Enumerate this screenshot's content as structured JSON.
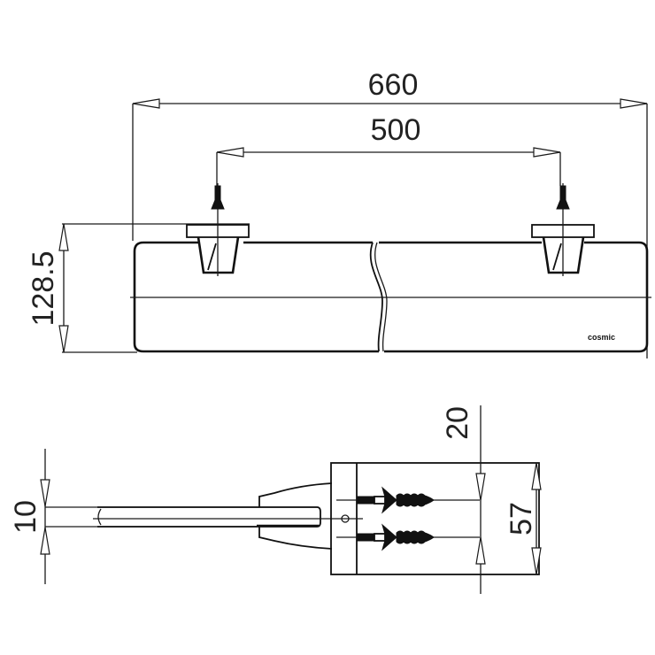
{
  "drawing": {
    "title": "Towel rail technical drawing",
    "units": "mm",
    "front_view": {
      "dimensions": {
        "overall_length": "660",
        "mounting_distance": "500",
        "height": "128.5"
      },
      "brand_mark": "cosmic"
    },
    "side_view": {
      "dimensions": {
        "bar_thickness": "10",
        "screw_offset": "20",
        "plate_height": "57"
      }
    },
    "colors": {
      "line": "#111111",
      "background": "#ffffff"
    }
  }
}
